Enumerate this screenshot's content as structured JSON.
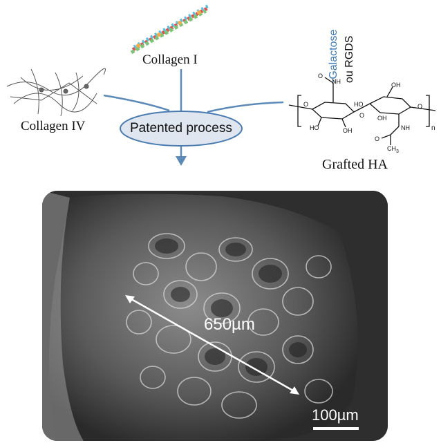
{
  "labels": {
    "collagen_i": "Collagen I",
    "collagen_iv": "Collagen IV",
    "process": "Patented process",
    "grafted_ha": "Grafted HA",
    "galactose": "-Galactose",
    "rgds": "ou RGDS",
    "pore_dimension": "650µm",
    "scale_bar": "100µm"
  },
  "chem_atoms": {
    "o": "O",
    "nh": "NH",
    "ho": "HO",
    "oh": "OH",
    "ch3": "CH",
    "n_sub": "n"
  },
  "colors": {
    "arrow_blue": "#5b89b8",
    "process_fill": "#dfe6ef",
    "process_stroke": "#4a7bb0",
    "galactose_blue": "#3a7ab8",
    "sem_background": "#3a3a3a"
  }
}
